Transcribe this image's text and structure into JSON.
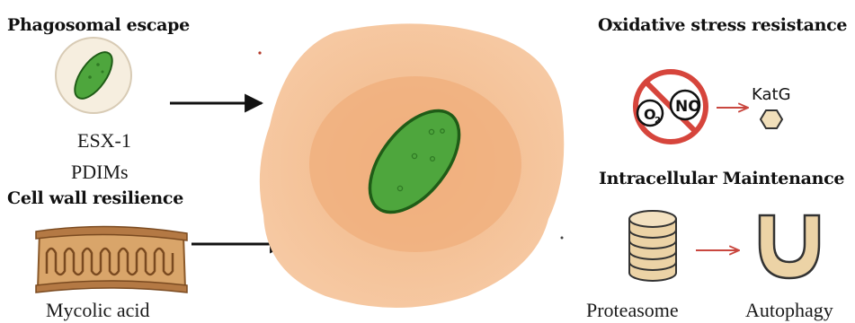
{
  "left": {
    "phagosomal_title": "Phagosomal escape",
    "esx_label": "ESX-1",
    "pdim_label": "PDIMs",
    "cellwall_title": "Cell wall resilience",
    "mycolic_label": "Mycolic acid"
  },
  "right": {
    "oxidative_title": "Oxidative stress resistance",
    "o2_label": "O",
    "o2_sub": "2",
    "no_label": "NO",
    "katg_label": "KatG",
    "intracellular_title": "Intracellular Maintenance",
    "proteasome_label": "Proteasome",
    "autophagy_label": "Autophagy"
  },
  "colors": {
    "bacterium_fill": "#4ea63d",
    "bacterium_stroke": "#1f5c17",
    "cell_outer": "#f6c8a0",
    "cell_inner": "#f0b17f",
    "inhibit_red": "#d6453c",
    "arrow_red": "#c9473f",
    "wall_tan": "#d9a56a",
    "wall_dark": "#8b5a2b"
  }
}
